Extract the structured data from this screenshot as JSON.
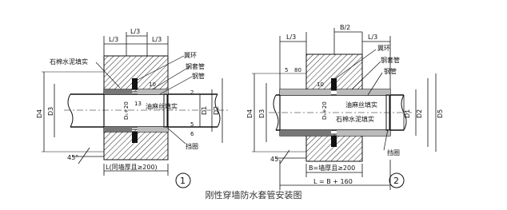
{
  "caption": "刚性穿墙防水套管安装图",
  "diagram1": {
    "number": "1",
    "top_dims": [
      "L/3",
      "L/3",
      "L/3"
    ],
    "labels": {
      "mastic": "石棉水泥填实",
      "ring": "翼环",
      "sleeve": "钢套管",
      "pipe": "钢管",
      "hemp": "油麻丝填实",
      "retaining_ring": "挡圈",
      "bottom_dim": "L(同墙厚且≥200)",
      "angle": "45°",
      "d4": "D4",
      "d3": "D3",
      "d1": "D1",
      "d2": "D2",
      "dw": "Dₛ+20",
      "dim_10": "10",
      "dim_13": "13",
      "dim_2": "2",
      "dim_5": "5",
      "dim_6": "6"
    }
  },
  "diagram2": {
    "number": "2",
    "top_dims": [
      "B/2",
      "L/3",
      "L/3"
    ],
    "labels": {
      "ring": "翼环",
      "sleeve": "钢套管",
      "pipe": "钢管",
      "hemp": "油麻丝填实",
      "mastic": "石棉水泥填实",
      "retaining_ring": "挡圈",
      "dim_b": "B=墙厚且≥200",
      "dim_l": "L = B + 160",
      "dim_80": "80",
      "dim_5": "5",
      "dim_10": "10",
      "angle": "45",
      "d4": "D4",
      "d3": "D3",
      "d1": "D1",
      "d2": "D2",
      "d5": "D5",
      "dw": "Dₛ+20"
    }
  }
}
